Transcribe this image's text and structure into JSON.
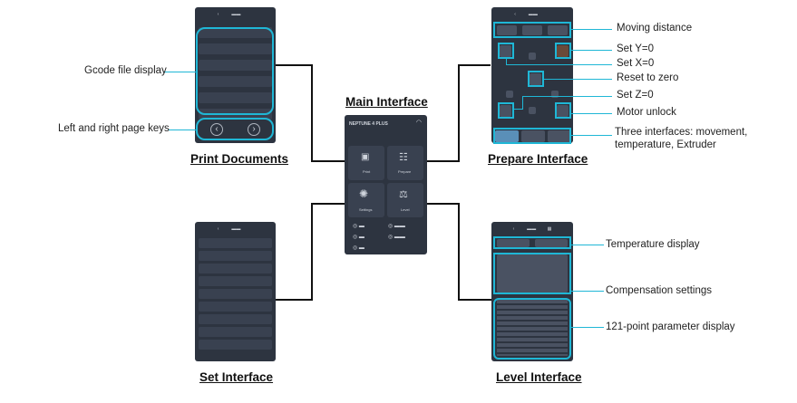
{
  "titles": {
    "main": "Main Interface",
    "print": "Print Documents",
    "prepare": "Prepare Interface",
    "set": "Set Interface",
    "level": "Level Interface"
  },
  "print_labels": {
    "gcode": "Gcode file display",
    "pagekeys": "Left and right page keys"
  },
  "prepare_labels": {
    "moving": "Moving distance",
    "sety": "Set Y=0",
    "setx": "Set X=0",
    "reset": "Reset to zero",
    "setz": "Set Z=0",
    "unlock": "Motor unlock",
    "three_line1": "Three interfaces: movement,",
    "three_line2": "temperature, Extruder"
  },
  "level_labels": {
    "temp": "Temperature display",
    "comp": "Compensation settings",
    "points": "121-point parameter display"
  },
  "main_screen": {
    "brand": "NEPTUNE 4 PLUS",
    "tiles": [
      "Print",
      "Prepare",
      "Settings",
      "Level"
    ]
  },
  "colors": {
    "screen_bg": "#2d3440",
    "accent": "#1fb7d6"
  }
}
